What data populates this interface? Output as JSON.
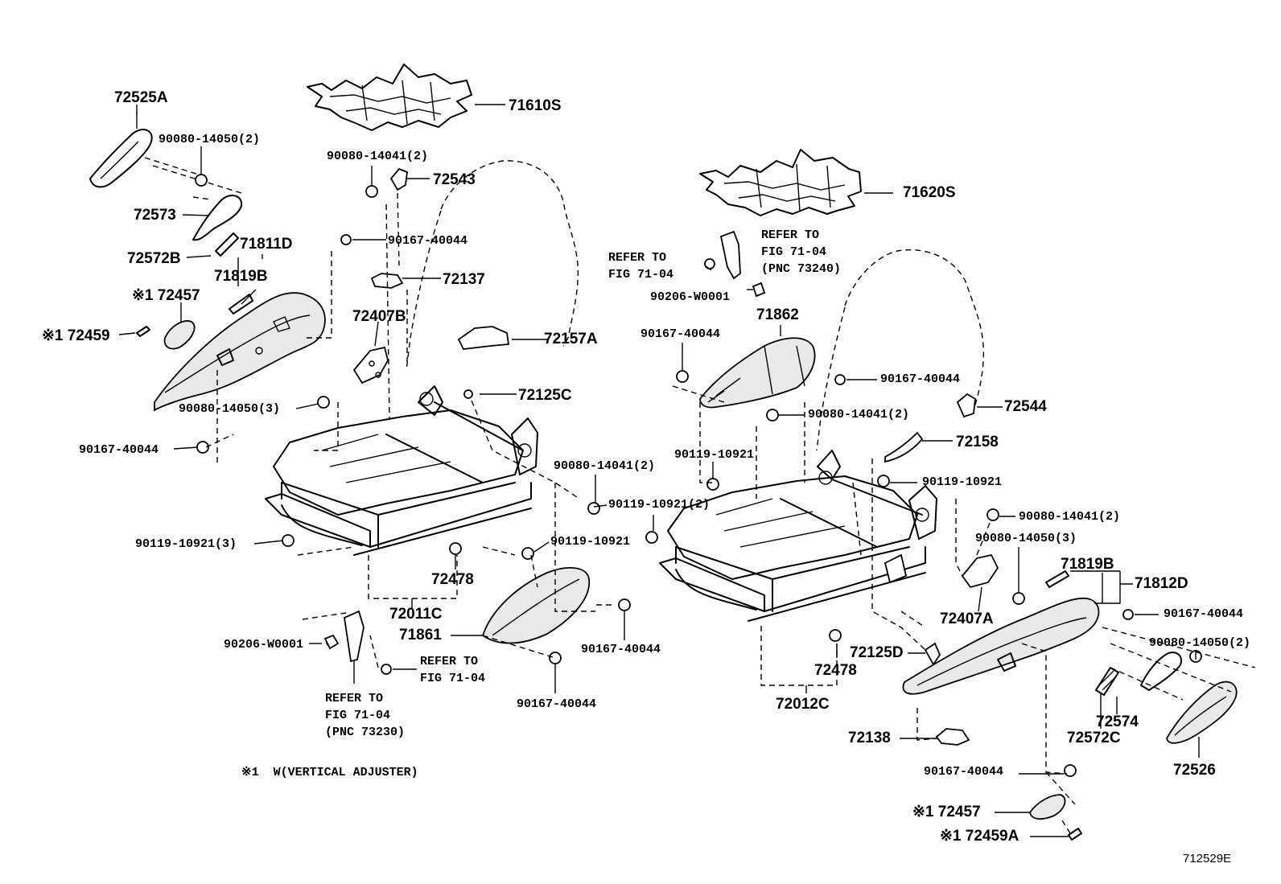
{
  "figure_ref": "712529E",
  "footnote": "※1  W(VERTICAL ADJUSTER)",
  "labels": {
    "p72525A": "72525A",
    "p90080_14050_2_left": "90080-14050(2)",
    "p90080_14041_2_top": "90080-14041(2)",
    "p72543": "72543",
    "p71610S": "71610S",
    "p72573": "72573",
    "p90167_40044_a": "90167-40044",
    "p72572B": "72572B",
    "p71811D": "71811D",
    "p71819B_left": "71819B",
    "p72137": "72137",
    "p72457_left": "※1 72457",
    "p72459": "※1 72459",
    "p72407B": "72407B",
    "p72157A": "72157A",
    "p72125C": "72125C",
    "p90080_14050_3_left": "90080-14050(3)",
    "p90167_40044_left": "90167-40044",
    "p90080_14041_2_mid": "90080-14041(2)",
    "p90119_10921_2": "90119-10921(2)",
    "p90119_10921_mid": "90119-10921",
    "p90119_10921_3": "90119-10921(3)",
    "p72478_left": "72478",
    "p72011C": "72011C",
    "p71861": "71861",
    "p90167_40044_b": "90167-40044",
    "p90167_40044_c": "90167-40044",
    "p90206_W0001_left": "90206-W0001",
    "refer_left_a": "REFER TO\nFIG 71-04",
    "refer_left_b": "REFER TO\nFIG 71-04\n(PNC 73230)",
    "p71620S": "71620S",
    "refer_right_a": "REFER TO\nFIG 71-04\n(PNC 73240)",
    "refer_right_b": "REFER TO\nFIG 71-04",
    "p90206_W0001_right": "90206-W0001",
    "p71862": "71862",
    "p90167_40044_d": "90167-40044",
    "p90167_40044_e": "90167-40044",
    "p72544": "72544",
    "p90080_14041_2_right": "90080-14041(2)",
    "p72158": "72158",
    "p90119_10921_right_a": "90119-10921",
    "p90119_10921_right_b": "90119-10921",
    "p90080_14041_2_far": "90080-14041(2)",
    "p90080_14050_3_right": "90080-14050(3)",
    "p71819B_right": "71819B",
    "p71812D": "71812D",
    "p72407A": "72407A",
    "p90167_40044_f": "90167-40044",
    "p90080_14050_2_right": "90080-14050(2)",
    "p72125D": "72125D",
    "p72478_right": "72478",
    "p72012C": "72012C",
    "p72574": "72574",
    "p72572C": "72572C",
    "p72526": "72526",
    "p72138": "72138",
    "p90167_40044_g": "90167-40044",
    "p72457_right": "※1 72457",
    "p72459A": "※1 72459A"
  }
}
